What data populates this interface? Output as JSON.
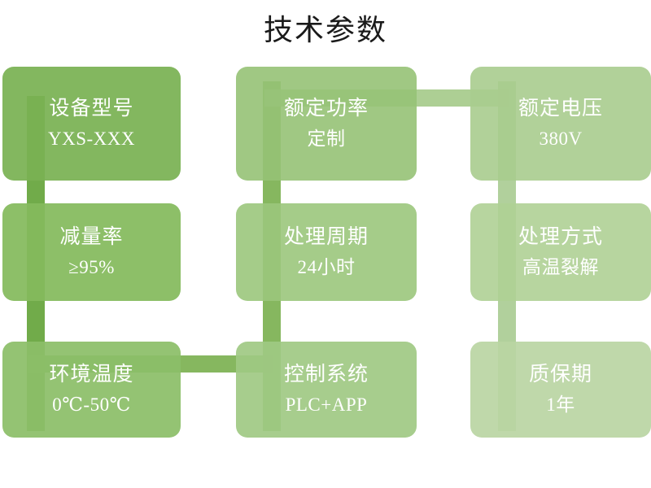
{
  "page": {
    "title": "技术参数",
    "background": "#ffffff",
    "title_color": "#1a1a1a"
  },
  "palette": {
    "box_1": "#7AB253",
    "box_2": "#96C275",
    "box_3": "#A9CC8E",
    "box_4": "#84BA5D",
    "box_5": "#9BC67C",
    "box_6": "#AFD095",
    "box_7": "#8CBE68",
    "box_8": "#9FC983",
    "box_9": "#BAD5A3",
    "connector_dark": "#69A640",
    "connector_mid": "#7FB356",
    "connector_light": "#ADCD97",
    "text": "#ffffff"
  },
  "cards": [
    {
      "id": "device-model",
      "title": "设备型号",
      "value": "YXS-XXX",
      "color": "#7AB253"
    },
    {
      "id": "rated-power",
      "title": "额定功率",
      "value": "定制",
      "color": "#96C275"
    },
    {
      "id": "rated-voltage",
      "title": "额定电压",
      "value": "380V",
      "color": "#A9CC8E"
    },
    {
      "id": "reduction-rate",
      "title": "减量率",
      "value": "≥95%",
      "color": "#84BA5D"
    },
    {
      "id": "treatment-cycle",
      "title": "处理周期",
      "value": "24小时",
      "color": "#9BC67C"
    },
    {
      "id": "treatment-method",
      "title": "处理方式",
      "value": "高温裂解",
      "color": "#AFD095"
    },
    {
      "id": "ambient-temperature",
      "title": "环境温度",
      "value": "0℃-50℃",
      "color": "#8CBE68"
    },
    {
      "id": "control-system",
      "title": "控制系统",
      "value": "PLC+APP",
      "color": "#9FC983"
    },
    {
      "id": "warranty-period",
      "title": "质保期",
      "value": "1年",
      "color": "#BAD5A3"
    }
  ]
}
